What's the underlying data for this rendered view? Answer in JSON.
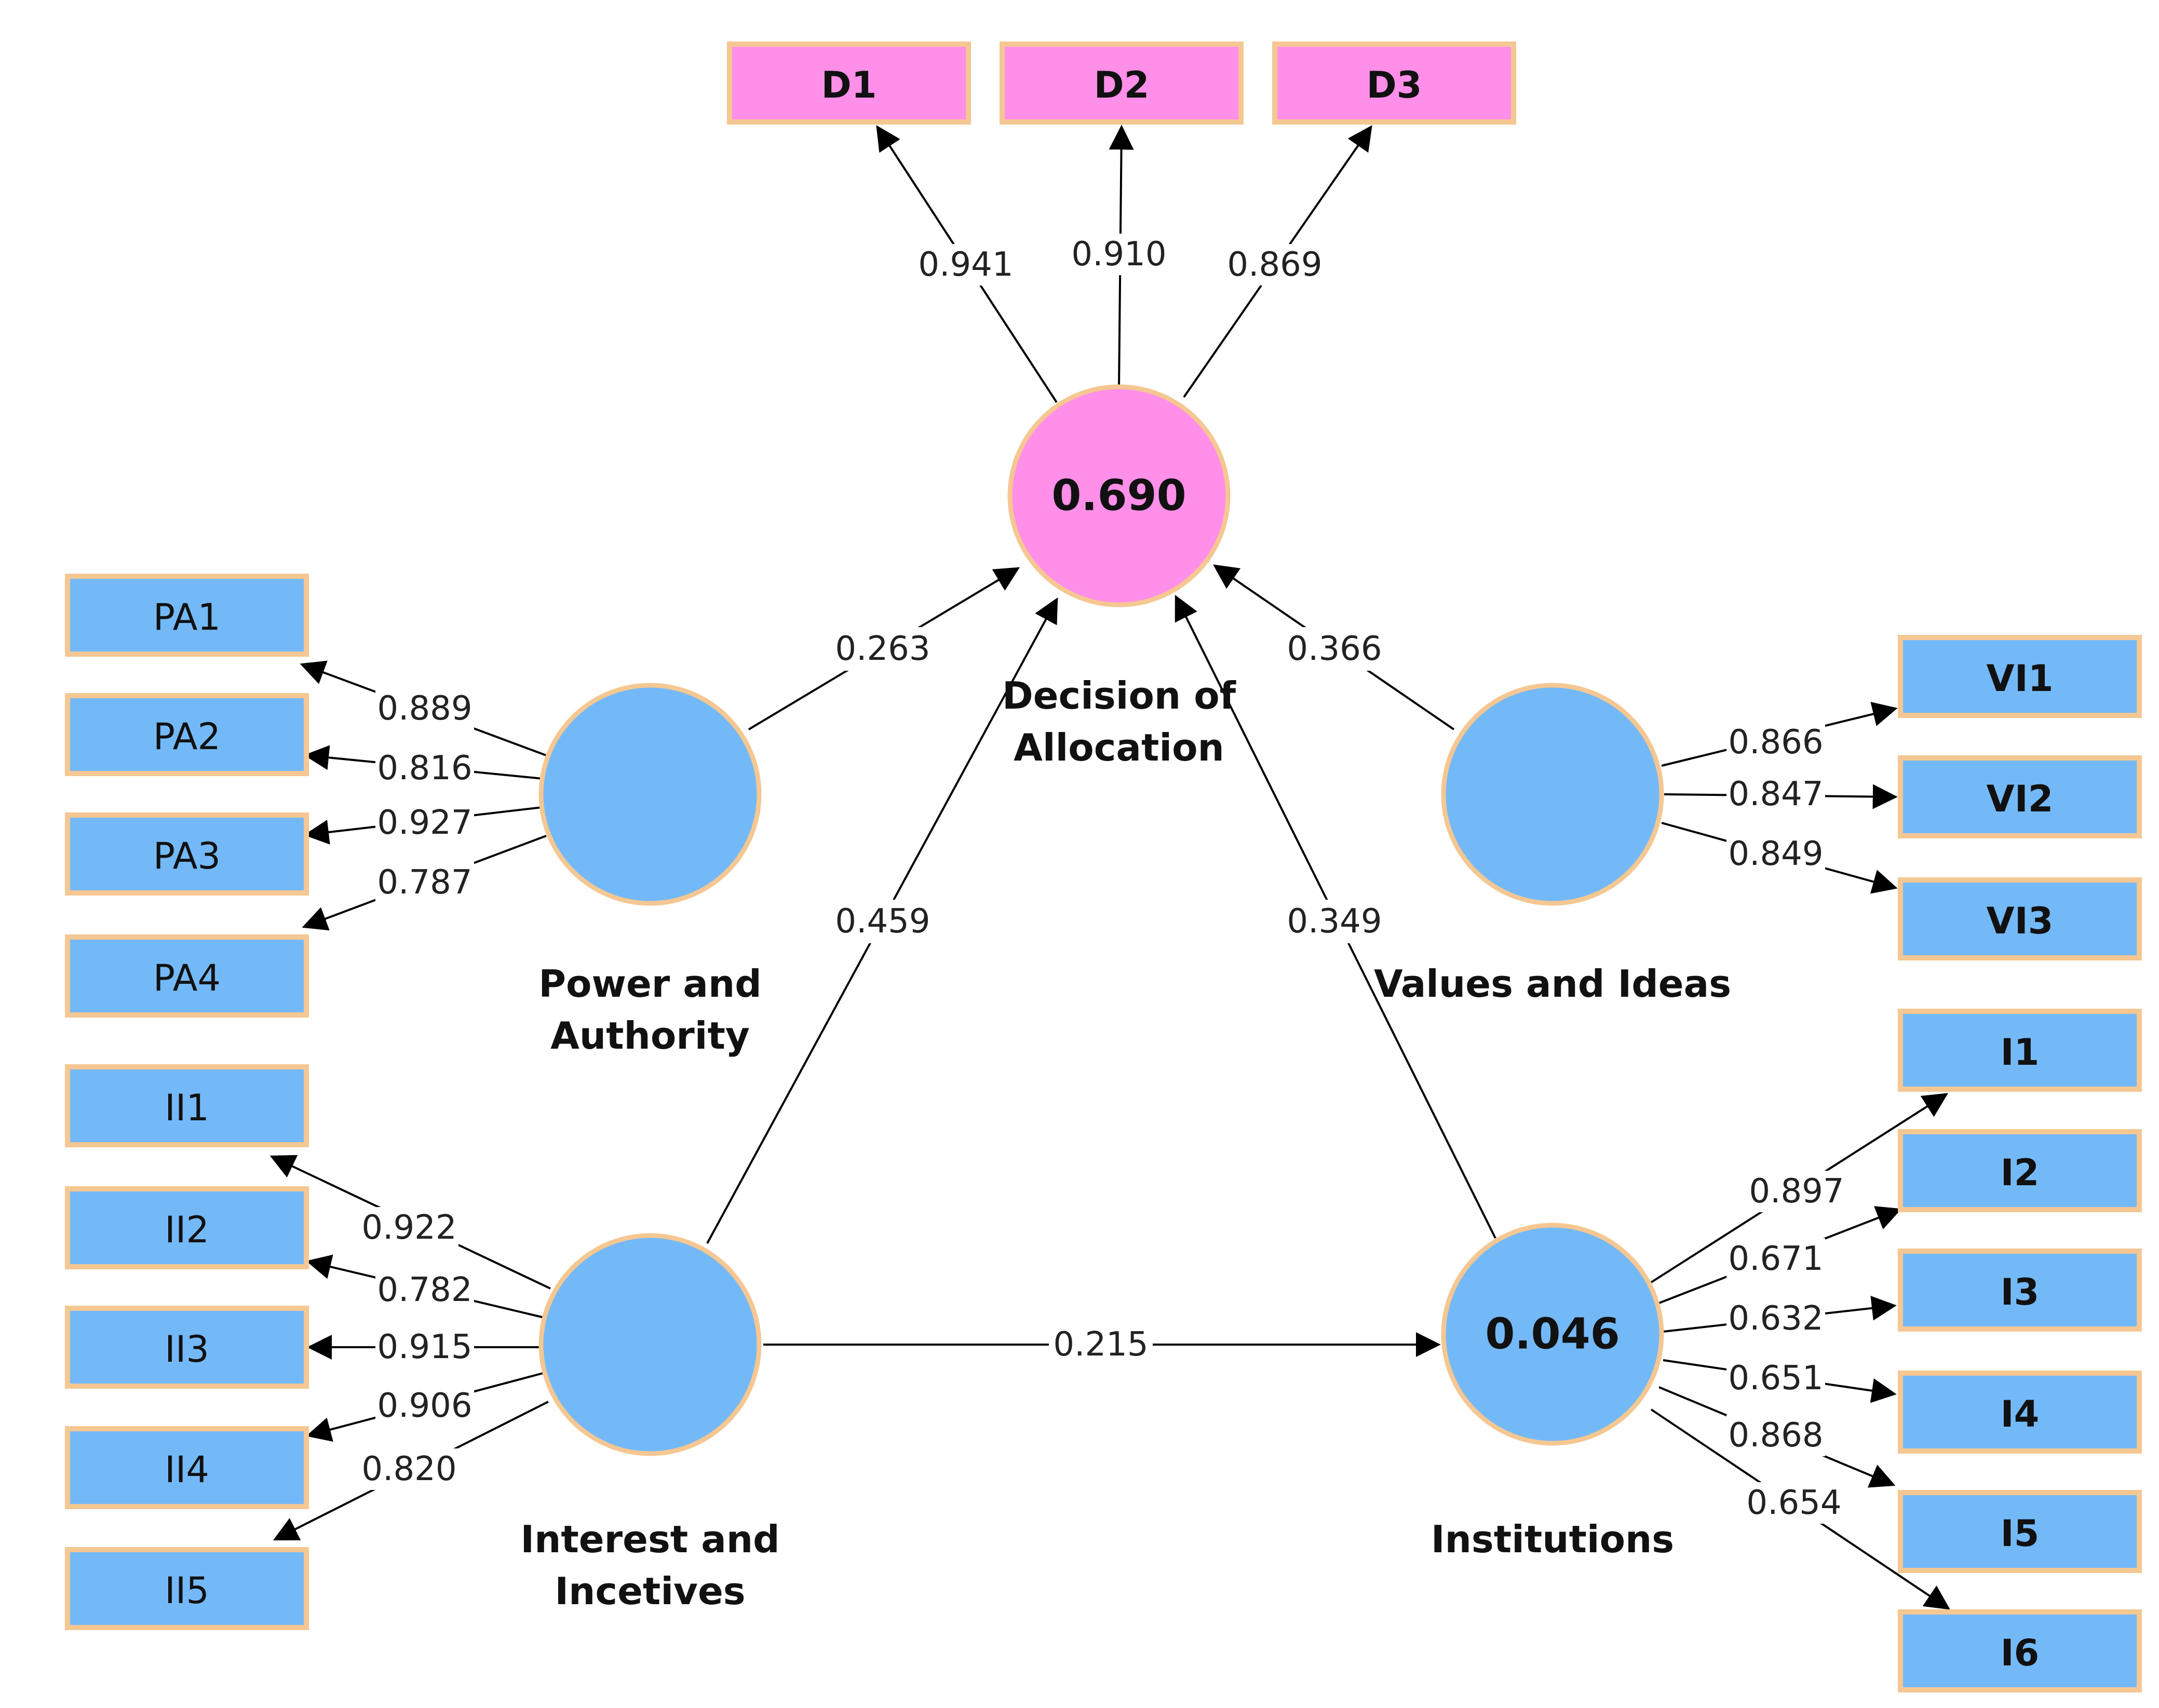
{
  "colors": {
    "indicator_blue": "#74B9F7",
    "indicator_pink": "#FF8FE8",
    "latent_blue": "#74B9F7",
    "latent_pink": "#FF8FE8",
    "outline": "#F5C792",
    "edge": "#000000"
  },
  "latents": [
    {
      "id": "decision",
      "label_lines": [
        "Decision of",
        "Allocation"
      ],
      "r2": "0.690",
      "color": "pink"
    },
    {
      "id": "power",
      "label_lines": [
        "Power and",
        "Authority"
      ],
      "r2": "",
      "color": "blue"
    },
    {
      "id": "values",
      "label_lines": [
        "Values and Ideas"
      ],
      "r2": "",
      "color": "blue"
    },
    {
      "id": "interest",
      "label_lines": [
        "Interest and",
        "Incetives"
      ],
      "r2": "",
      "color": "blue"
    },
    {
      "id": "institutions",
      "label_lines": [
        "Institutions"
      ],
      "r2": "0.046",
      "color": "blue"
    }
  ],
  "indicators": [
    {
      "id": "D1",
      "label": "D1",
      "latent": "decision",
      "loading": "0.941",
      "color": "pink"
    },
    {
      "id": "D2",
      "label": "D2",
      "latent": "decision",
      "loading": "0.910",
      "color": "pink"
    },
    {
      "id": "D3",
      "label": "D3",
      "latent": "decision",
      "loading": "0.869",
      "color": "pink"
    },
    {
      "id": "PA1",
      "label": "PA1",
      "latent": "power",
      "loading": "0.889",
      "color": "blue"
    },
    {
      "id": "PA2",
      "label": "PA2",
      "latent": "power",
      "loading": "0.816",
      "color": "blue"
    },
    {
      "id": "PA3",
      "label": "PA3",
      "latent": "power",
      "loading": "0.927",
      "color": "blue"
    },
    {
      "id": "PA4",
      "label": "PA4",
      "latent": "power",
      "loading": "0.787",
      "color": "blue"
    },
    {
      "id": "II1",
      "label": "II1",
      "latent": "interest",
      "loading": "0.922",
      "color": "blue"
    },
    {
      "id": "II2",
      "label": "II2",
      "latent": "interest",
      "loading": "0.782",
      "color": "blue"
    },
    {
      "id": "II3",
      "label": "II3",
      "latent": "interest",
      "loading": "0.915",
      "color": "blue"
    },
    {
      "id": "II4",
      "label": "II4",
      "latent": "interest",
      "loading": "0.906",
      "color": "blue"
    },
    {
      "id": "II5",
      "label": "II5",
      "latent": "interest",
      "loading": "0.820",
      "color": "blue"
    },
    {
      "id": "VI1",
      "label": "VI1",
      "latent": "values",
      "loading": "0.866",
      "color": "blue"
    },
    {
      "id": "VI2",
      "label": "VI2",
      "latent": "values",
      "loading": "0.847",
      "color": "blue"
    },
    {
      "id": "VI3",
      "label": "VI3",
      "latent": "values",
      "loading": "0.849",
      "color": "blue"
    },
    {
      "id": "I1",
      "label": "I1",
      "latent": "institutions",
      "loading": "0.897",
      "color": "blue"
    },
    {
      "id": "I2",
      "label": "I2",
      "latent": "institutions",
      "loading": "0.671",
      "color": "blue"
    },
    {
      "id": "I3",
      "label": "I3",
      "latent": "institutions",
      "loading": "0.632",
      "color": "blue"
    },
    {
      "id": "I4",
      "label": "I4",
      "latent": "institutions",
      "loading": "0.651",
      "color": "blue"
    },
    {
      "id": "I5",
      "label": "I5",
      "latent": "institutions",
      "loading": "0.868",
      "color": "blue"
    },
    {
      "id": "I6",
      "label": "I6",
      "latent": "institutions",
      "loading": "0.654",
      "color": "blue"
    }
  ],
  "paths": [
    {
      "from": "power",
      "to": "decision",
      "coef": "0.263"
    },
    {
      "from": "values",
      "to": "decision",
      "coef": "0.366"
    },
    {
      "from": "interest",
      "to": "decision",
      "coef": "0.459"
    },
    {
      "from": "institutions",
      "to": "decision",
      "coef": "0.349"
    },
    {
      "from": "interest",
      "to": "institutions",
      "coef": "0.215"
    }
  ]
}
